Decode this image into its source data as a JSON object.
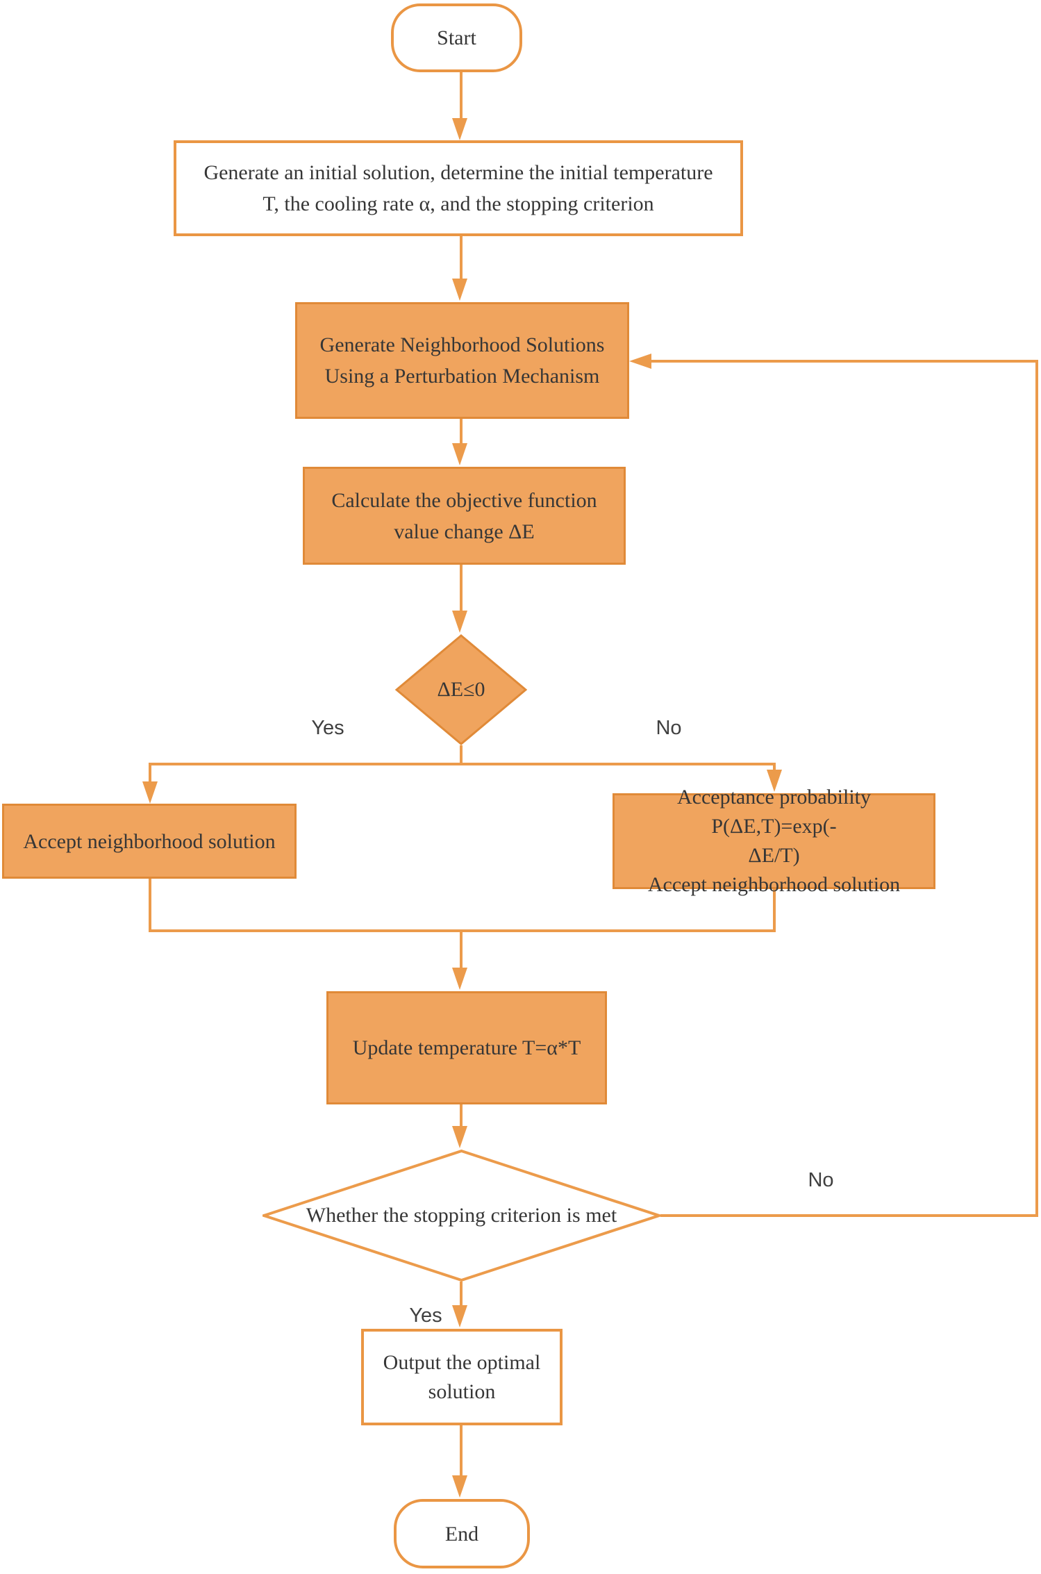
{
  "colors": {
    "node_fill": "#F0A45E",
    "node_stroke": "#E08A38",
    "white_node_stroke": "#EA9644",
    "line": "#EC9B4B",
    "text": "#363636",
    "label_text": "#404040",
    "background": "#FFFFFF"
  },
  "nodes": {
    "start": "Start",
    "init": {
      "lines": [
        "Generate an initial solution, determine the initial temperature",
        "T, the cooling rate α, and the stopping criterion"
      ]
    },
    "neighborhood": {
      "lines": [
        "Generate Neighborhood Solutions",
        "Using a Perturbation Mechanism"
      ]
    },
    "objective": {
      "lines": [
        "Calculate the objective function",
        "value change ΔE"
      ]
    },
    "delta_decision": "ΔE≤0",
    "accept": "Accept neighborhood solution",
    "acceptance": {
      "lines": [
        "Acceptance probability P(ΔE,T)=exp(-",
        "ΔE/T)",
        "Accept neighborhood solution"
      ]
    },
    "update": "Update temperature T=α*T",
    "stop_decision": "Whether the stopping criterion is met",
    "output": {
      "lines": [
        "Output the optimal",
        "solution"
      ]
    },
    "end": "End"
  },
  "edge_labels": {
    "delta_yes": "Yes",
    "delta_no": "No",
    "stop_yes": "Yes",
    "stop_no": "No"
  }
}
